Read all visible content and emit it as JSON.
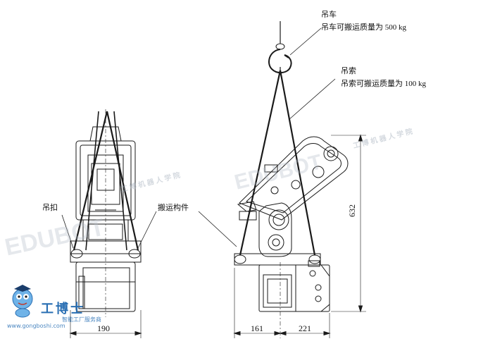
{
  "labels": {
    "crane_title": "吊车",
    "crane_capacity": "吊车可搬运质量为 500 kg",
    "sling_title": "吊索",
    "sling_capacity": "吊索可搬运质量为 100 kg",
    "shackle": "吊扣",
    "lifting_member": "搬运构件"
  },
  "dimensions": {
    "front_width": "190",
    "side_left": "161",
    "side_right": "221",
    "height": "632"
  },
  "watermark": {
    "brand_text": "EDUBOT",
    "brand_cn": "工博士",
    "url": "www.gongboshi.com",
    "tagline": "智能工厂服务商",
    "academy": "工 博 机 器 人 学 院"
  },
  "colors": {
    "line": "#1a1a1a",
    "brand_blue": "#2a6fb3"
  }
}
